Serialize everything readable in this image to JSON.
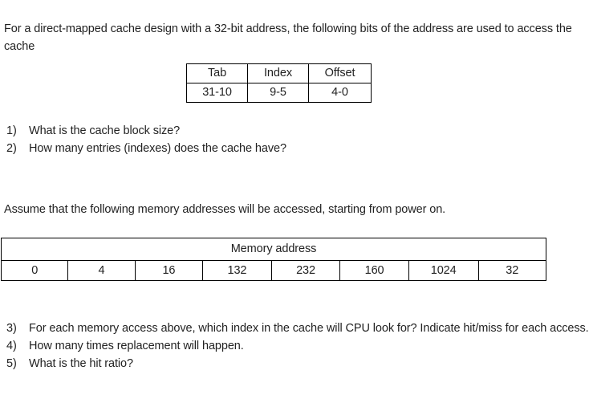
{
  "document": {
    "intro_paragraph": "For a direct-mapped cache design with a 32-bit address, the following bits of the address are used to access the cache",
    "assume_paragraph": "Assume that the following memory addresses will be accessed, starting from power on."
  },
  "bitfield_table": {
    "headers": [
      "Tab",
      "Index",
      "Offset"
    ],
    "values": [
      "31-10",
      "9-5",
      "4-0"
    ]
  },
  "memory_table": {
    "header": "Memory address",
    "addresses": [
      "0",
      "4",
      "16",
      "132",
      "232",
      "160",
      "1024",
      "32"
    ]
  },
  "questions_top": [
    {
      "marker": "1)",
      "text": "What is the cache block size?"
    },
    {
      "marker": "2)",
      "text": "How many entries (indexes) does the cache have?"
    }
  ],
  "questions_bottom": [
    {
      "marker": "3)",
      "text": "For each memory access above, which index in the cache will CPU look for? Indicate hit/miss for each access."
    },
    {
      "marker": "4)",
      "text": "How many times replacement will happen."
    },
    {
      "marker": "5)",
      "text": "What is the hit ratio?"
    }
  ],
  "colors": {
    "page_background": "#ffffff",
    "text": "#222222",
    "table_border": "#000000"
  }
}
